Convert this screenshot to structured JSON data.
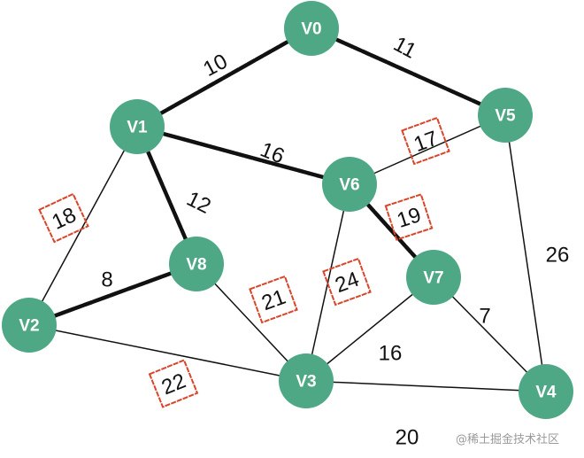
{
  "colors": {
    "node_fill": "#4fa885",
    "node_text": "#ffffff",
    "edge_thin": "#111111",
    "edge_thick": "#111111",
    "highlight_box": "#d9452b"
  },
  "nodes": [
    {
      "id": "V0",
      "label": "V0"
    },
    {
      "id": "V1",
      "label": "V1"
    },
    {
      "id": "V2",
      "label": "V2"
    },
    {
      "id": "V3",
      "label": "V3"
    },
    {
      "id": "V4",
      "label": "V4"
    },
    {
      "id": "V5",
      "label": "V5"
    },
    {
      "id": "V6",
      "label": "V6"
    },
    {
      "id": "V7",
      "label": "V7"
    },
    {
      "id": "V8",
      "label": "V8"
    }
  ],
  "edges": [
    {
      "from": "V0",
      "to": "V1",
      "weight": "10",
      "bold": true,
      "boxed": false
    },
    {
      "from": "V0",
      "to": "V5",
      "weight": "11",
      "bold": true,
      "boxed": false
    },
    {
      "from": "V1",
      "to": "V6",
      "weight": "16",
      "bold": true,
      "boxed": false
    },
    {
      "from": "V1",
      "to": "V8",
      "weight": "12",
      "bold": true,
      "boxed": false
    },
    {
      "from": "V1",
      "to": "V2",
      "weight": "18",
      "bold": false,
      "boxed": true
    },
    {
      "from": "V5",
      "to": "V6",
      "weight": "17",
      "bold": false,
      "boxed": true
    },
    {
      "from": "V6",
      "to": "V7",
      "weight": "19",
      "bold": true,
      "boxed": true
    },
    {
      "from": "V8",
      "to": "V2",
      "weight": "8",
      "bold": true,
      "boxed": false
    },
    {
      "from": "V8",
      "to": "V3",
      "weight": "21",
      "bold": false,
      "boxed": true
    },
    {
      "from": "V6",
      "to": "V3",
      "weight": "24",
      "bold": false,
      "boxed": true
    },
    {
      "from": "V2",
      "to": "V3",
      "weight": "22",
      "bold": false,
      "boxed": true
    },
    {
      "from": "V7",
      "to": "V3",
      "weight": "16",
      "bold": false,
      "boxed": false
    },
    {
      "from": "V7",
      "to": "V4",
      "weight": "7",
      "bold": false,
      "boxed": false
    },
    {
      "from": "V5",
      "to": "V4",
      "weight": "26",
      "bold": false,
      "boxed": false
    },
    {
      "from": "V3",
      "to": "V4",
      "weight": "20",
      "bold": false,
      "boxed": false
    }
  ],
  "watermark": "@稀土掘金技术社区"
}
